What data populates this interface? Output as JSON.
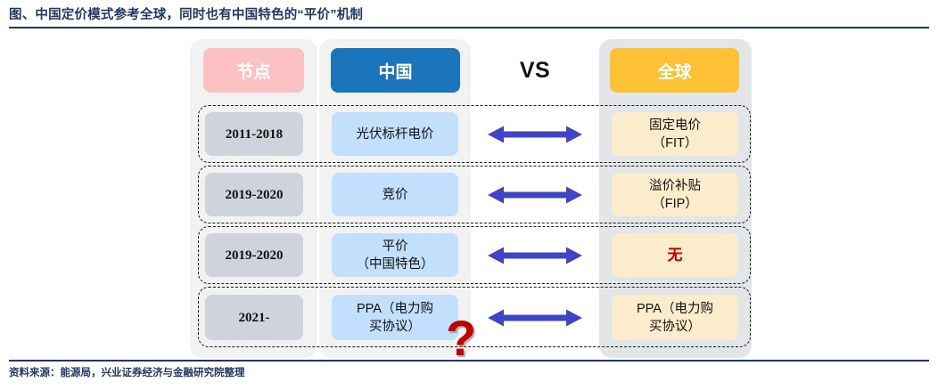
{
  "title": "图、中国定价模式参考全球，同时也有中国特色的“平价”机制",
  "source": "资料来源：能源局，兴业证券经济与金融研究院整理",
  "colors": {
    "title_navy": "#1f3864",
    "node_header": "#fbc1c3",
    "china_header": "#1b75bb",
    "global_header": "#fcc134",
    "node_cell": "#ced3dc",
    "china_cell": "#c2e0fb",
    "global_cell": "#fbeccb",
    "arrow": "#4045c8",
    "accent_red": "#c00000",
    "panel_light": "#f2f2f2",
    "panel_dark": "#e3e6e9"
  },
  "headers": {
    "node": "节点",
    "china": "中国",
    "vs": "VS",
    "global": "全球"
  },
  "rows": [
    {
      "node": "2011-2018",
      "china": "光伏标杆电价",
      "arrow": "double-arrow-icon",
      "global": "固定电价\n（FIT）",
      "global_is_none": false
    },
    {
      "node": "2019-2020",
      "china": "竞价",
      "arrow": "double-arrow-icon",
      "global": "溢价补贴\n（FIP）",
      "global_is_none": false
    },
    {
      "node": "2019-2020",
      "china": "平价\n（中国特色）",
      "arrow": "double-arrow-icon",
      "global": "无",
      "global_is_none": true
    },
    {
      "node": "2021-",
      "china": "PPA（电力购\n买协议）",
      "arrow": "double-arrow-icon",
      "global": "PPA（电力购\n买协议）",
      "global_is_none": false
    }
  ],
  "annotation": {
    "question_mark": "?"
  }
}
